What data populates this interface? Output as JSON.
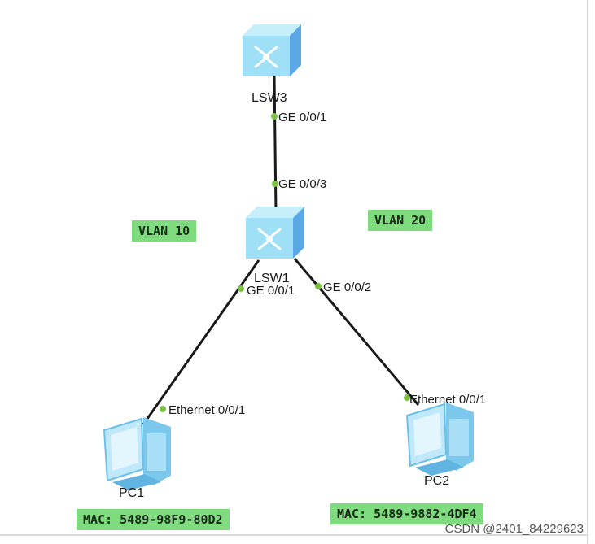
{
  "switches": [
    {
      "name": "LSW3"
    },
    {
      "name": "LSW1"
    }
  ],
  "pcs": [
    {
      "name": "PC1",
      "mac": "MAC: 5489-98F9-80D2"
    },
    {
      "name": "PC2",
      "mac": "MAC: 5489-9882-4DF4"
    }
  ],
  "ports": {
    "lsw3_ge001": "GE 0/0/1",
    "lsw1_ge003": "GE 0/0/3",
    "lsw1_ge001": "GE 0/0/1",
    "lsw1_ge002": "GE 0/0/2",
    "pc1_eth": "Ethernet 0/0/1",
    "pc2_eth": "Ethernet 0/0/1"
  },
  "vlans": {
    "left": "VLAN 10",
    "right": "VLAN 20"
  },
  "watermark": "CSDN @2401_84229623",
  "colors": {
    "link": "#1a1a1a",
    "port_dot": "#7bc043",
    "label_bg": "#7edb7e",
    "switch_body": "#8fd8f3",
    "pc_body": "#9ddcf5"
  }
}
